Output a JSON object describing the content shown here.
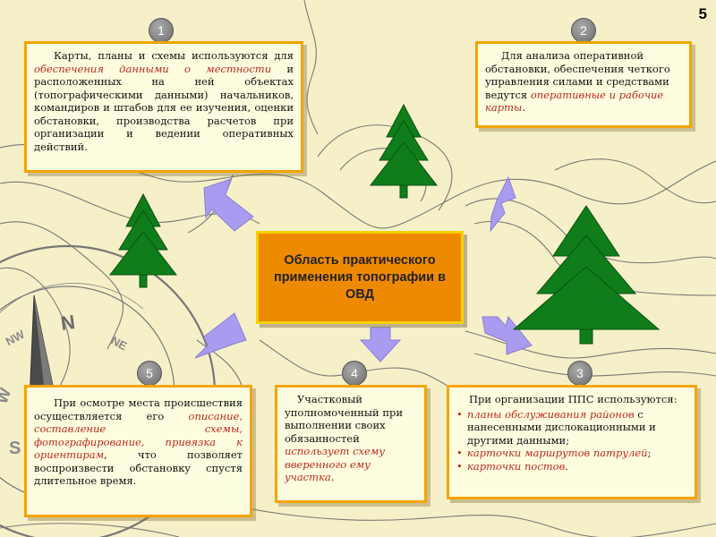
{
  "slide_number": "5",
  "center": {
    "title": "Область практического применения топографии в ОВД"
  },
  "compass_letters": {
    "n": "N",
    "nw": "NW",
    "ne": "NE",
    "w": "W",
    "s": "S"
  },
  "boxes": [
    {
      "number": "1",
      "parts": [
        {
          "text": "Карты, планы и схемы используются для ",
          "hl": false
        },
        {
          "text": "обеспечения данными о местности",
          "hl": true
        },
        {
          "text": " и расположенных на ней объектах (топографическими данными) начальников, командиров и штабов для ее изучения, оценки обстановки, производства расчетов при организации и ведении оперативных действий.",
          "hl": false
        }
      ]
    },
    {
      "number": "2",
      "parts": [
        {
          "text": "Для анализа оперативной обстановки, обеспечения четкого управления силами и средствами ведутся ",
          "hl": false
        },
        {
          "text": "оперативные и рабочие карты",
          "hl": true
        },
        {
          "text": ".",
          "hl": false
        }
      ]
    },
    {
      "number": "3",
      "intro": "При организации ППС используются:",
      "bullets": [
        {
          "hl": "планы обслуживания районов",
          "rest": " с нанесенными дислокационными и другими данными;"
        },
        {
          "hl": "карточки маршрутов патрулей",
          "rest": ";"
        },
        {
          "hl": "карточки постов",
          "rest": "."
        }
      ]
    },
    {
      "number": "4",
      "parts": [
        {
          "text": "Участковый уполномоченный при выполнении своих обязанностей ",
          "hl": false
        },
        {
          "text": "использует схему вверенного ему участка",
          "hl": true
        },
        {
          "text": ".",
          "hl": false
        }
      ]
    },
    {
      "number": "5",
      "parts": [
        {
          "text": "При осмотре места происшествия осуществляется его ",
          "hl": false
        },
        {
          "text": "описание, составление схемы, фотографирование, привязка к ориентирам",
          "hl": true
        },
        {
          "text": ", что позволяет воспроизвести обстановку спустя длительное время.",
          "hl": false
        }
      ]
    }
  ],
  "colors": {
    "background": "#f6f0c9",
    "box_border": "#f5a400",
    "box_fill": "#fffde0",
    "highlight": "#c0281c",
    "center_fill": "#ee8a00",
    "center_border": "#f6d200",
    "arrow": "#a99cf0",
    "tree": "#0f7d1a"
  }
}
